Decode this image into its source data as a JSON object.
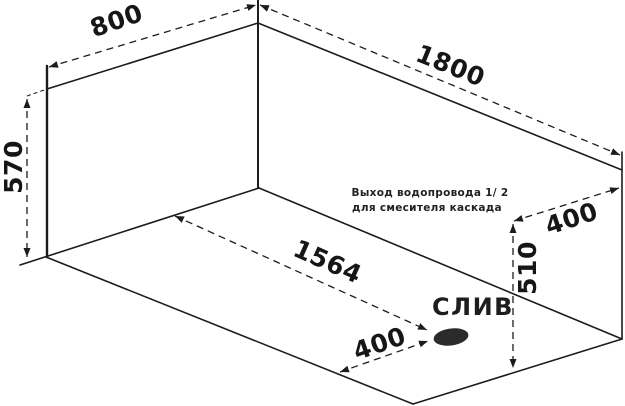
{
  "diagram": {
    "subject": "bathtub-dimension-drawing",
    "background_color": "#ffffff",
    "line_color": "#1c1c1c",
    "dimensions": {
      "top_end_width": "800",
      "top_side_length": "1800",
      "left_outer_height": "570",
      "drain_distance_length": "1564",
      "drain_distance_width": "400",
      "right_inner_depth": "510",
      "right_top_offset": "400"
    },
    "annotation": {
      "line1": "Выход водопровода 1/ 2",
      "line2": "для смесителя каскада"
    },
    "drain": {
      "label": "СЛИВ",
      "color": "#2b2b2b"
    }
  }
}
